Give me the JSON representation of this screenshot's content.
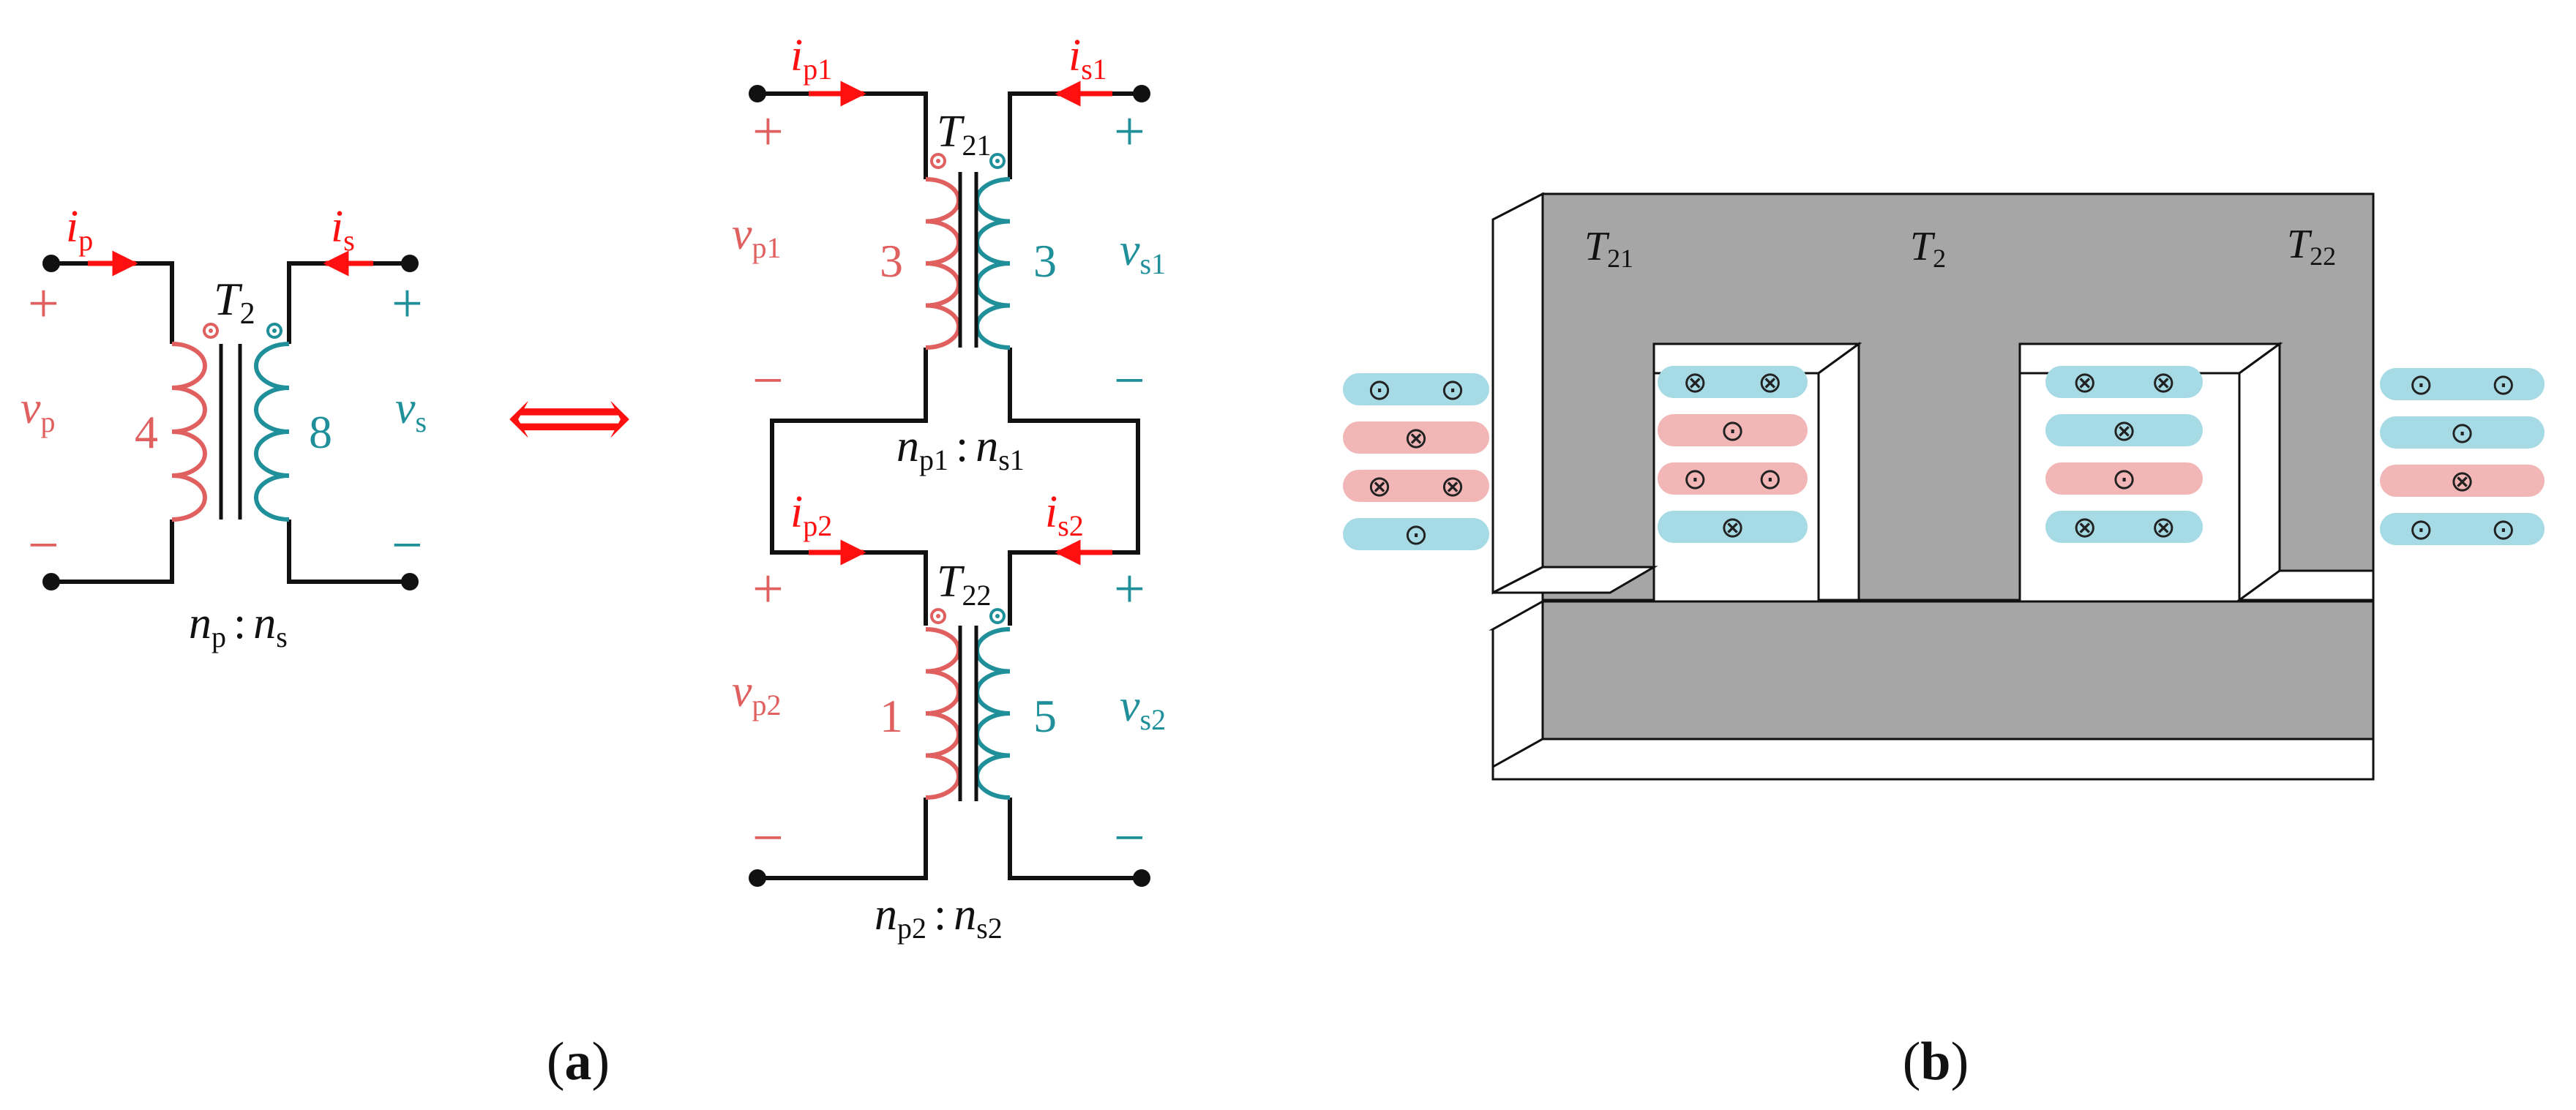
{
  "colors": {
    "primary": "#e06060",
    "secondary": "#1f8f9a",
    "current_arrow": "#ff1010",
    "wire": "#111111",
    "core": "#a6a6a6",
    "coil_red": "#f2b6b6",
    "coil_blue": "#a6dbe6"
  },
  "panel_a": {
    "caption": {
      "open": "(",
      "letter": "a",
      "close": ")"
    },
    "equivalence_symbol": "⟺",
    "single": {
      "transformer": {
        "sym": "T",
        "sub": "2"
      },
      "ip": {
        "sym": "i",
        "sub": "p"
      },
      "is": {
        "sym": "i",
        "sub": "s"
      },
      "vp": {
        "sym": "v",
        "sub": "p"
      },
      "vs": {
        "sym": "v",
        "sub": "s"
      },
      "primary_turns": "4",
      "secondary_turns": "8",
      "ratio": {
        "n": "n",
        "p": "p",
        "sep": ":",
        "s": "s"
      },
      "plus": "+",
      "minus": "−"
    },
    "top": {
      "transformer": {
        "sym": "T",
        "sub": "21"
      },
      "ip": {
        "sym": "i",
        "sub": "p1"
      },
      "is": {
        "sym": "i",
        "sub": "s1"
      },
      "vp": {
        "sym": "v",
        "sub": "p1"
      },
      "vs": {
        "sym": "v",
        "sub": "s1"
      },
      "primary_turns": "3",
      "secondary_turns": "3",
      "ratio": {
        "n": "n",
        "p": "p1",
        "sep": ":",
        "s": "s1"
      },
      "plus": "+",
      "minus": "−"
    },
    "bottom": {
      "transformer": {
        "sym": "T",
        "sub": "22"
      },
      "ip": {
        "sym": "i",
        "sub": "p2"
      },
      "is": {
        "sym": "i",
        "sub": "s2"
      },
      "vp": {
        "sym": "v",
        "sub": "p2"
      },
      "vs": {
        "sym": "v",
        "sub": "s2"
      },
      "primary_turns": "1",
      "secondary_turns": "5",
      "ratio": {
        "n": "n",
        "p": "p2",
        "sep": ":",
        "s": "s2"
      },
      "plus": "+",
      "minus": "−"
    }
  },
  "panel_b": {
    "caption": {
      "open": "(",
      "letter": "b",
      "close": ")"
    },
    "labels": {
      "t21": {
        "sym": "T",
        "sub": "21"
      },
      "t2": {
        "sym": "T",
        "sub": "2"
      },
      "t22": {
        "sym": "T",
        "sub": "22"
      }
    },
    "coil_symbols": {
      "dot": "⊙",
      "cross": "⊗"
    },
    "left_outer": [
      {
        "color": "blue",
        "marks": [
          "dot",
          "dot"
        ]
      },
      {
        "color": "red",
        "marks": [
          "cross"
        ]
      },
      {
        "color": "red",
        "marks": [
          "cross",
          "cross"
        ]
      },
      {
        "color": "blue",
        "marks": [
          "dot"
        ]
      }
    ],
    "left_window": [
      {
        "color": "blue",
        "marks": [
          "cross",
          "cross"
        ]
      },
      {
        "color": "red",
        "marks": [
          "dot"
        ]
      },
      {
        "color": "red",
        "marks": [
          "dot",
          "dot"
        ]
      },
      {
        "color": "blue",
        "marks": [
          "cross"
        ]
      }
    ],
    "right_window": [
      {
        "color": "blue",
        "marks": [
          "cross",
          "cross"
        ]
      },
      {
        "color": "blue",
        "marks": [
          "cross"
        ]
      },
      {
        "color": "red",
        "marks": [
          "dot"
        ]
      },
      {
        "color": "blue",
        "marks": [
          "cross",
          "cross"
        ]
      }
    ],
    "right_outer": [
      {
        "color": "blue",
        "marks": [
          "dot",
          "dot"
        ]
      },
      {
        "color": "blue",
        "marks": [
          "dot"
        ]
      },
      {
        "color": "red",
        "marks": [
          "cross"
        ]
      },
      {
        "color": "blue",
        "marks": [
          "dot",
          "dot"
        ]
      }
    ]
  }
}
